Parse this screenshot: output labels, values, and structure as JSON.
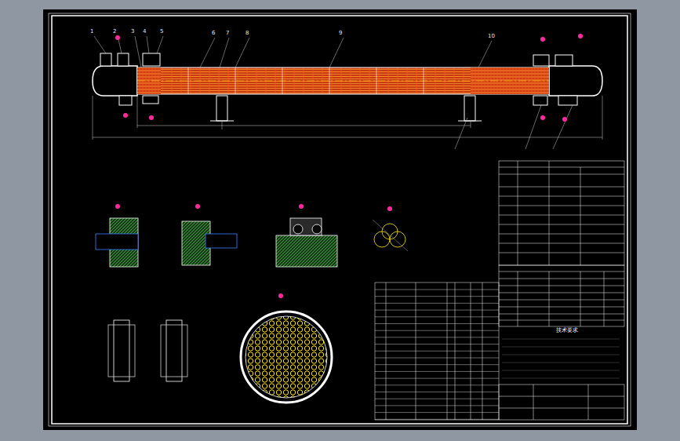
{
  "diagram": {
    "labels": [
      "1",
      "2",
      "3",
      "4",
      "5",
      "6",
      "7",
      "8",
      "9",
      "10",
      "技术要求"
    ]
  }
}
